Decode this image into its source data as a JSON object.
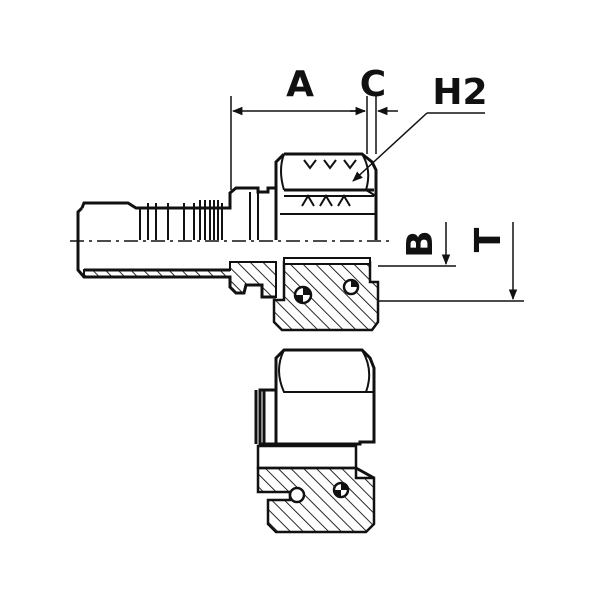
{
  "dimension_labels": {
    "A": "A",
    "C": "C",
    "H2": "H2",
    "B": "B",
    "T": "T"
  },
  "colors": {
    "line": "#111111",
    "background": "#ffffff"
  }
}
